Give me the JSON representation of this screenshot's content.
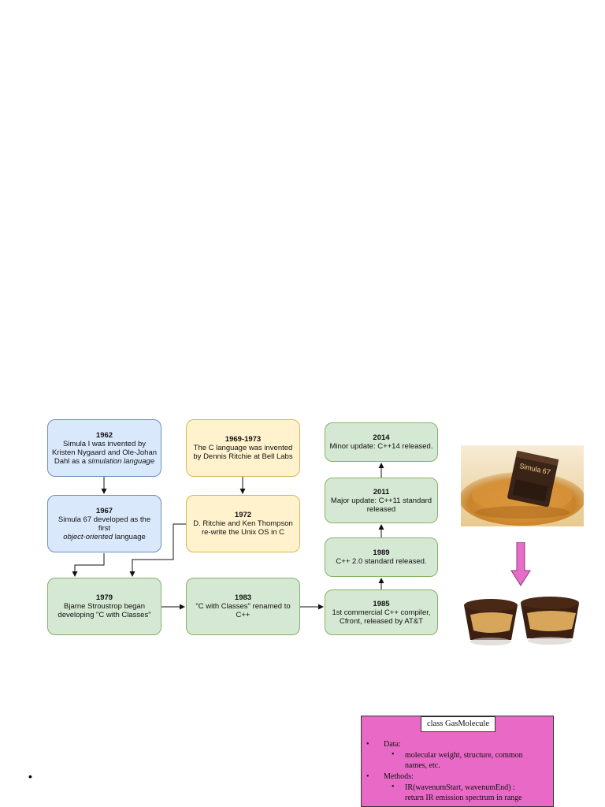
{
  "timeline": {
    "box_1962": {
      "year": "1962",
      "line1": "Simula I was invented by",
      "line2": "Kristen Nygaard and Ole-Johan",
      "line3_prefix": "Dahl as a ",
      "line3_em": "simulation language"
    },
    "box_1967": {
      "year": "1967",
      "line1": "Simula 67 developed as the first",
      "line2_em": "object-oriented",
      "line2_suffix": " language"
    },
    "box_1969": {
      "year": "1969-1973",
      "line1": "The C language was invented",
      "line2": "by Dennis Ritchie at Bell Labs"
    },
    "box_1972": {
      "year": "1972",
      "line1": "D. Ritchie and Ken Thompson",
      "line2": "re-write the Unix OS in C"
    },
    "box_1979": {
      "year": "1979",
      "line1": "Bjarne Stroustrop began",
      "line2": "developing \"C with Classes\""
    },
    "box_1983": {
      "year": "1983",
      "line1": "\"C with Classes\" renamed to",
      "line2": "C++"
    },
    "box_1985": {
      "year": "1985",
      "line1": "1st commercial C++ compiler,",
      "line2": "Cfront,  released by AT&T"
    },
    "box_1989": {
      "year": "1989",
      "line1": "C++ 2.0 standard released."
    },
    "box_2011": {
      "year": "2011",
      "line1": "Major update: C++11 standard",
      "line2": "released"
    },
    "box_2014": {
      "year": "2014",
      "line1": "Minor update: C++14 released."
    }
  },
  "photo_top": {
    "label": "Simula 67"
  },
  "class_box": {
    "title": "class GasMolecule",
    "data_label": "Data:",
    "data_item_line1": "molecular weight, structure, common",
    "data_item_line2": "names, etc.",
    "methods_label": "Methods:",
    "method_item_line1": "IR(wavenumStart, wavenumEnd) :",
    "method_item_line2": "return IR emission spectrum in range"
  },
  "colors": {
    "blue": "#dae8fc",
    "yellow": "#fff2cc",
    "green": "#d5e8d4",
    "pink_arrow": "#e86cc8",
    "class_box": "#e869c6"
  }
}
